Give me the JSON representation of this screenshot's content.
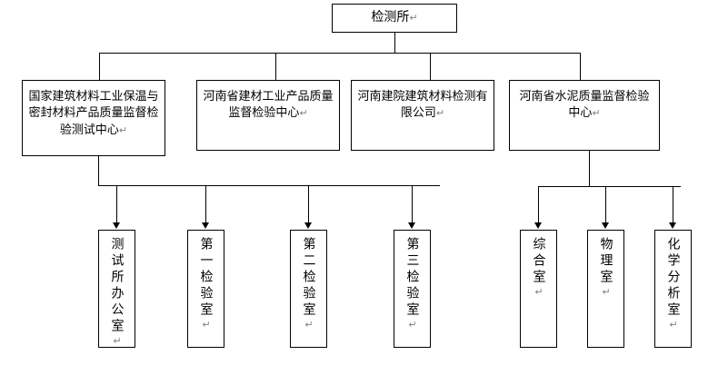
{
  "diagram": {
    "type": "organizational-chart",
    "title_node": {
      "label": "检测所",
      "mark": "↵"
    },
    "level2": [
      {
        "id": "l2-1",
        "label": "国家建筑材料工业保温与密封材料产品质量监督检验测试中心",
        "mark": "↵"
      },
      {
        "id": "l2-2",
        "label": "河南省建材工业产品质量监督检验中心",
        "mark": "↵"
      },
      {
        "id": "l2-3",
        "label": "河南建院建筑材料检测有限公司",
        "mark": "↵"
      },
      {
        "id": "l2-4",
        "label": "河南省水泥质量监督检验中心",
        "mark": "↵"
      }
    ],
    "level3_left": [
      {
        "id": "l3-1",
        "label": "测试所办公室",
        "mark": "↵"
      },
      {
        "id": "l3-2",
        "label": "第一检验室",
        "mark": "↵"
      },
      {
        "id": "l3-3",
        "label": "第二检验室",
        "mark": "↵"
      },
      {
        "id": "l3-4",
        "label": "第三检验室",
        "mark": "↵"
      }
    ],
    "level3_right": [
      {
        "id": "l3-5",
        "label": "综合室",
        "mark": "↵"
      },
      {
        "id": "l3-6",
        "label": "物理室",
        "mark": "↵"
      },
      {
        "id": "l3-7",
        "label": "化学分析室",
        "mark": "↵"
      }
    ],
    "colors": {
      "line": "#000000",
      "box_fill": "#ffffff",
      "text": "#000000",
      "mark": "#808080",
      "background": "#ffffff"
    }
  }
}
